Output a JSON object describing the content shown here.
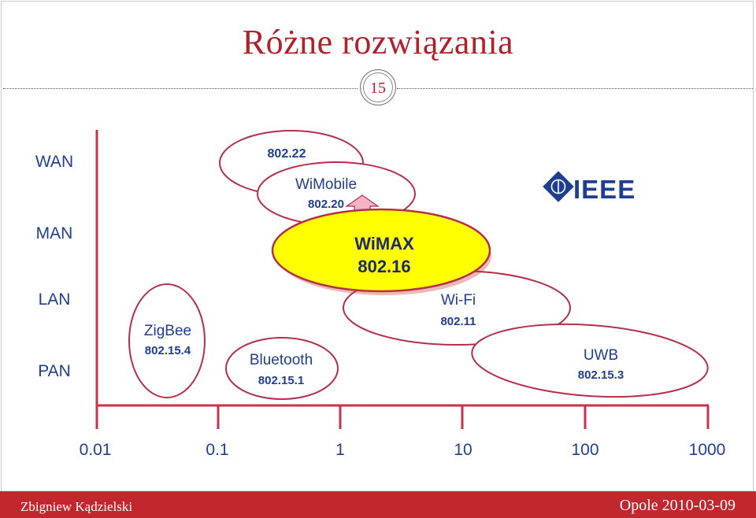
{
  "slide": {
    "title": "Różne rozwiązania",
    "page_number": "15",
    "footer_left": "Zbigniew Kądzielski",
    "footer_right": "Opole 2010-03-09"
  },
  "diagram": {
    "y_levels": [
      "WAN",
      "MAN",
      "LAN",
      "PAN"
    ],
    "x_ticks": [
      "0.01",
      "0.1",
      "1",
      "10",
      "100",
      "1000"
    ],
    "logo_text": "IEEE",
    "standards": [
      {
        "id": "802-22",
        "lines": [
          "802.22"
        ]
      },
      {
        "id": "wimobile",
        "lines": [
          "WiMobile",
          "802.20"
        ]
      },
      {
        "id": "wimax",
        "lines": [
          "WiMAX",
          "802.16"
        ]
      },
      {
        "id": "wifi",
        "lines": [
          "Wi-Fi",
          "802.11"
        ]
      },
      {
        "id": "uwb",
        "lines": [
          "UWB",
          "802.15.3"
        ]
      },
      {
        "id": "zigbee",
        "lines": [
          "ZigBee",
          "802.15.4"
        ]
      },
      {
        "id": "bluetooth",
        "lines": [
          "Bluetooth",
          "802.15.1"
        ]
      }
    ]
  },
  "colors": {
    "accent": "#b0212a",
    "axis": "#c8334a",
    "ellipse_stroke": "#b3304a",
    "wimax_fill": "#ffff00",
    "arrow_fill": "#f4b4c4",
    "ieee_blue": "#1f3e8f",
    "footer": "#c1272d"
  }
}
